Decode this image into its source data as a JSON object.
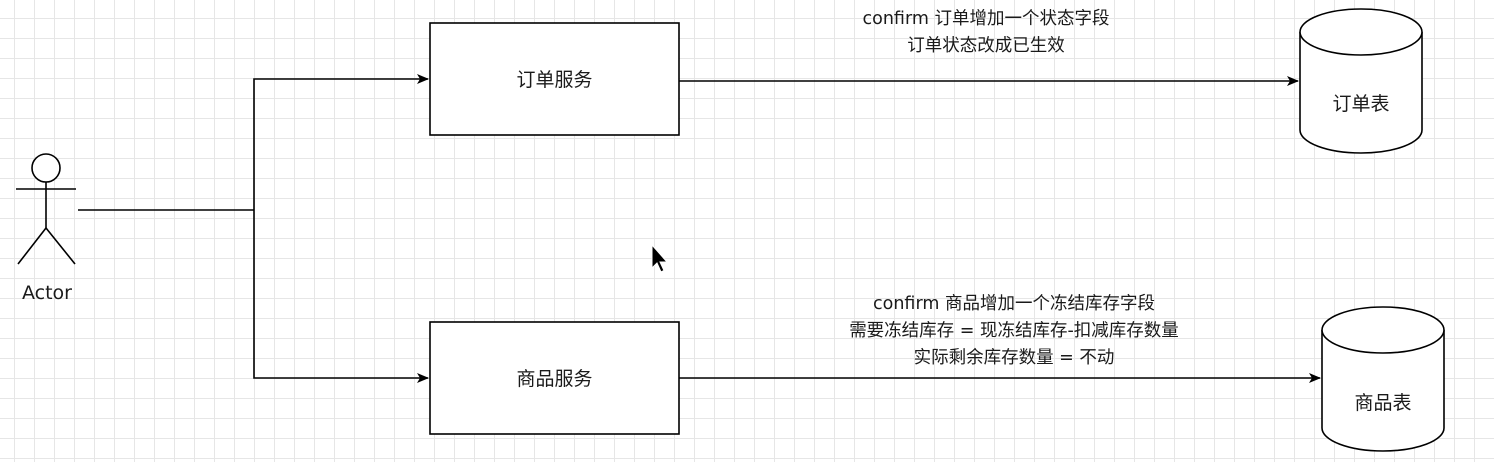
{
  "actor": {
    "label": "Actor"
  },
  "nodes": {
    "order_service": "订单服务",
    "product_service": "商品服务",
    "order_table": "订单表",
    "product_table": "商品表"
  },
  "annotations": {
    "order_edge": [
      "confirm 订单增加一个状态字段",
      "订单状态改成已生效"
    ],
    "product_edge": [
      "confirm 商品增加一个冻结库存字段",
      "需要冻结库存 = 现冻结库存-扣减库存数量",
      "实际剩余库存数量 = 不动"
    ]
  }
}
